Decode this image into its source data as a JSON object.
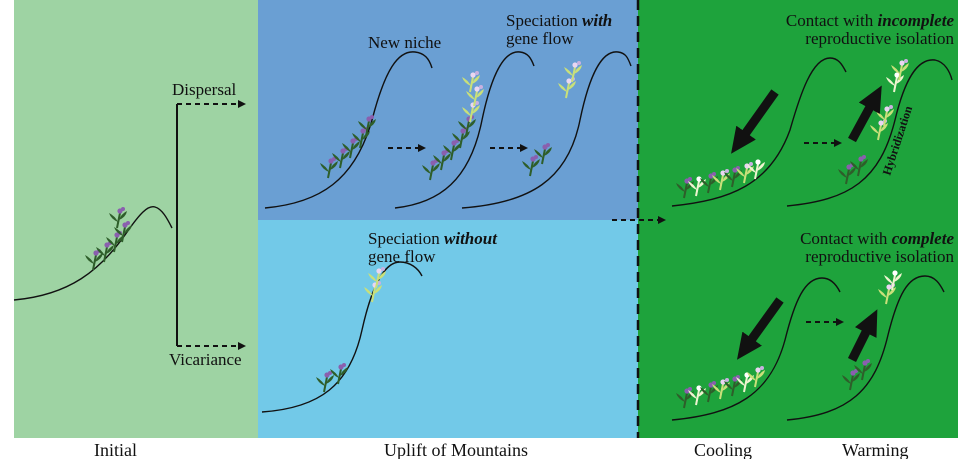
{
  "colors": {
    "initial_bg": "#9ed3a3",
    "dispersal_bg": "#6a9fd3",
    "vicariance_bg": "#72c9e8",
    "climate_bg": "#1ea33c",
    "leaf": "#2e5e2a",
    "flower_purple": "#8a5fae",
    "flower_light": "#e9d6f2",
    "leaf_light": "#c9e07a"
  },
  "labels": {
    "dispersal": "Dispersal",
    "vicariance": "Vicariance",
    "new_niche": "New niche",
    "speciation_with_line1_a": "Speciation ",
    "speciation_with_line1_b": "with",
    "speciation_with_line2": "gene flow",
    "speciation_without_line1_a": "Speciation ",
    "speciation_without_line1_b": "without",
    "speciation_without_line2": "gene flow",
    "contact_incomplete_line1_a": "Contact with ",
    "contact_incomplete_line1_b": "incomplete",
    "contact_incomplete_line2": "reproductive isolation",
    "contact_complete_line1_a": "Contact with ",
    "contact_complete_line1_b": "complete",
    "contact_complete_line2": "reproductive isolation",
    "hybridization": "Hybridization"
  },
  "bottom_labels": {
    "initial": "Initial",
    "uplift": "Uplift of Mountains",
    "cooling": "Cooling",
    "warming": "Warming"
  }
}
